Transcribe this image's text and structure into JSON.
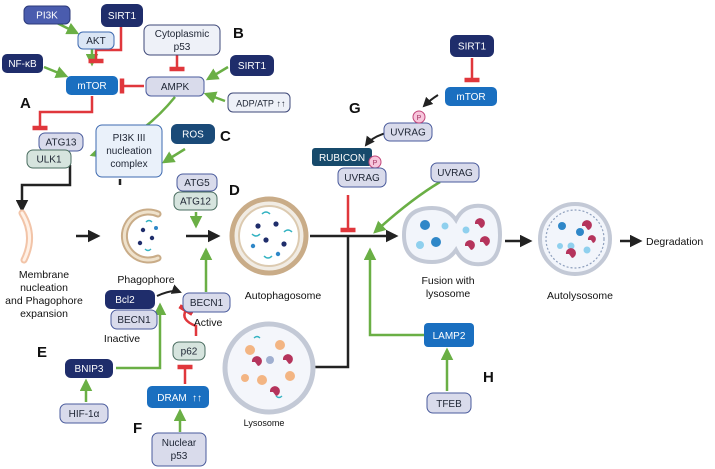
{
  "panels": {
    "A": "A",
    "B": "B",
    "C": "C",
    "D": "D",
    "E": "E",
    "F": "F",
    "G": "G",
    "H": "H"
  },
  "nodes": {
    "pi3k": "PI3K",
    "sirt1_top": "SIRT1",
    "cyto_p53_1": "Cytoplasmic",
    "cyto_p53_2": "p53",
    "akt": "AKT",
    "nfkb": "NF-κB",
    "mtor_a": "mTOR",
    "ampk": "AMPK",
    "sirt1_b": "SIRT1",
    "adp_atp": "ADP/ATP",
    "adp_arrows": "↑↑",
    "atg13": "ATG13",
    "ulk1": "ULK1",
    "pi3k3_1": "PI3K III",
    "pi3k3_2": "nucleation",
    "pi3k3_3": "complex",
    "ros": "ROS",
    "atg5": "ATG5",
    "atg12": "ATG12",
    "sirt1_g": "SIRT1",
    "mtor_g": "mTOR",
    "uvrag_g": "UVRAG",
    "rubicon": "RUBICON",
    "uvrag_rub": "UVRAG",
    "p_label": "P",
    "uvrag_right": "UVRAG",
    "bcl2": "Bcl2",
    "becn1_in": "BECN1",
    "becn1_act": "BECN1",
    "p62": "p62",
    "bnip3": "BNIP3",
    "hif": "HIF-1α",
    "dram": "DRAM",
    "dram_arrows": "↑↑",
    "nuclear_p53_1": "Nuclear",
    "nuclear_p53_2": "p53",
    "lamp2": "LAMP2",
    "tfeb": "TFEB"
  },
  "captions": {
    "membrane_1": "Membrane",
    "membrane_2": "nucleation",
    "membrane_3": "and Phagophore",
    "membrane_4": "expansion",
    "phagophore": "Phagophore",
    "autophagosome": "Autophagosome",
    "fusion_1": "Fusion with",
    "fusion_2": "lysosome",
    "autolysosome": "Autolysosome",
    "degradation": "Degradation",
    "lysosome": "Lysosome",
    "inactive": "Inactive",
    "active": "Active"
  },
  "colors": {
    "activation": "#6aaf45",
    "inhibition": "#e0373c",
    "flow": "#222222",
    "dark_navy": "#1f2d6b",
    "mid_blue": "#1a6fc0",
    "light_blue_fill": "#dbe6f5",
    "lavender_fill": "#d9dbeb",
    "green_grey_fill": "#d6e4de"
  }
}
